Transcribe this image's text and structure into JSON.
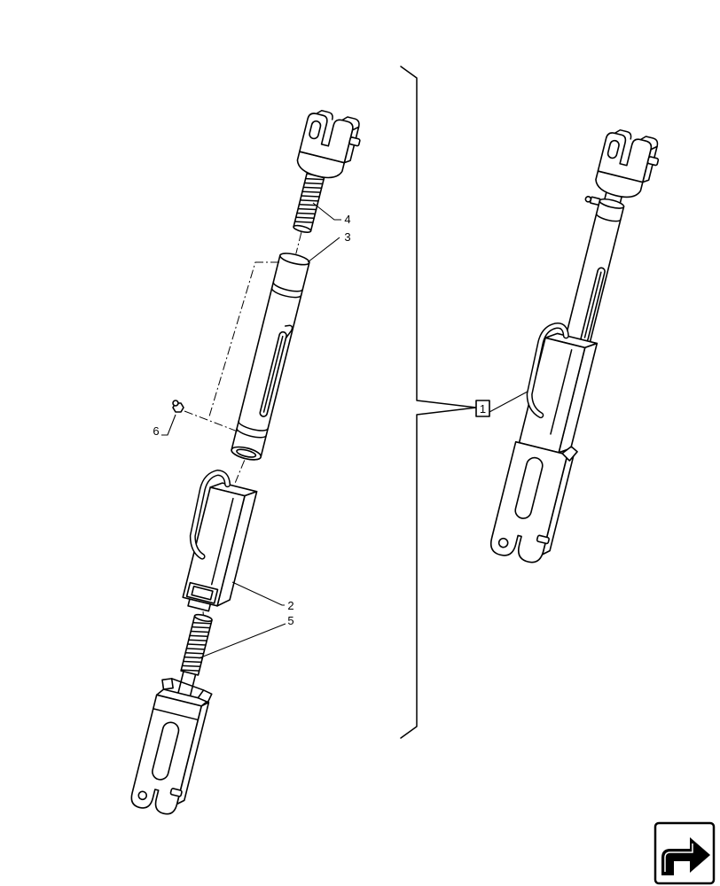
{
  "callouts": [
    "1",
    "2",
    "3",
    "4",
    "5",
    "6"
  ],
  "navigation": {
    "icon": "next-page-arrow-icon"
  },
  "colors": {
    "line": "#000000",
    "background": "#ffffff"
  }
}
